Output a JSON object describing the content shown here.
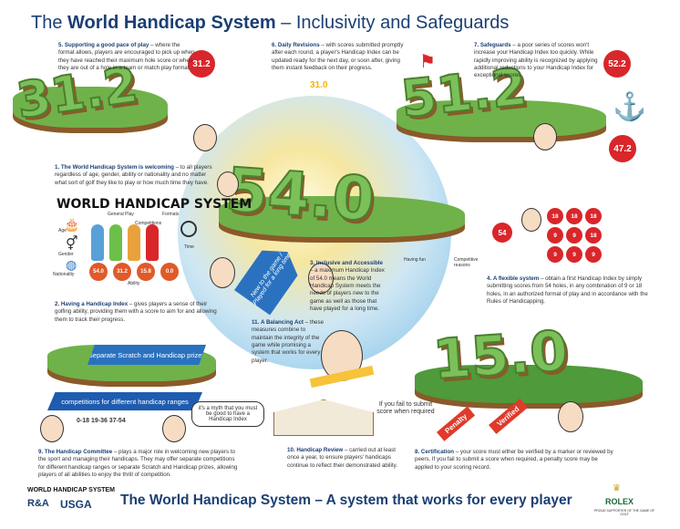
{
  "header": {
    "title_pre": "The ",
    "title_bold": "World Handicap System",
    "title_post": " – Inclusivity and Safeguards"
  },
  "sections": {
    "s5": {
      "num": "5.",
      "head": "Supporting a good pace of play",
      "body": " – where the format allows, players are encouraged to pick up when they have reached their maximum hole score or when they are out of a hole in a team or match play format."
    },
    "s6": {
      "num": "6.",
      "head": "Daily Revisions",
      "body": " – with scores submitted promptly after each round, a player's Handicap Index can be updated ready for the next day, or soon after, giving them instant feedback on their progress."
    },
    "s7": {
      "num": "7.",
      "head": "Safeguards",
      "body": " – a poor series of scores won't increase your Handicap Index too quickly. While rapidly improving ability is recognized by applying additional reductions to your Handicap Index for exceptional scores."
    },
    "s1": {
      "num": "1.",
      "head": "The World Handicap System is welcoming",
      "body": " – to all players regardless of age, gender, ability or nationality and no matter what sort of golf they like to play or how much time they have."
    },
    "s2": {
      "num": "2.",
      "head": "Having a Handicap Index",
      "body": " – gives players a sense of their golfing ability, providing them with a score to aim for and allowing them to track their progress."
    },
    "s3": {
      "num": "3.",
      "head": "Inclusive and Accessible",
      "body": " – a maximum Handicap Index of 54.0 means the World Handicap System meets the needs of players new to the game as well as those that have played for a long time."
    },
    "s4": {
      "num": "4.",
      "head": "A flexible system",
      "body": " – obtain a first Handicap Index by simply submitting scores from 54 holes, in any combination of 9 or 18 holes, in an authorized format of play and in accordance with the Rules of Handicapping."
    },
    "s11": {
      "num": "11.",
      "head": "A Balancing Act",
      "body": " – these measures combine to maintain the integrity of the game while promising a system that works for every player."
    },
    "s9": {
      "num": "9.",
      "head": "The Handicap Committee",
      "body": " – plays a major role in welcoming new players to the sport and managing their handicaps. They may offer separate competitions for different handicap ranges or separate Scratch and Handicap prizes, allowing players of all abilities to enjoy the thrill of competition."
    },
    "s10": {
      "num": "10.",
      "head": "Handicap Review",
      "body": " – carried out at least once a year, to ensure players' handicaps continue to reflect their demonstrated ability."
    },
    "s8": {
      "num": "8.",
      "head": "Certification",
      "body": " – your score must either be verified by a marker or reviewed by peers. If you fail to submit a score when required, a penalty score may be applied to your scoring record."
    }
  },
  "badges": {
    "b31_2": "31.2",
    "b31_0": "31.0",
    "b52_2": "52.2",
    "b47_2": "47.2",
    "b54": "54"
  },
  "bignums": {
    "left": "31.2",
    "right": "51.2",
    "center": "54.0",
    "bottom": "15.0"
  },
  "whs_diagram": {
    "logo": "WORLD HANDICAP SYSTEM",
    "labels": {
      "general_play": "General Play",
      "formats": "Formats",
      "competitions": "Competitions",
      "age": "Age",
      "gender": "Gender",
      "nationality": "Nationality",
      "time": "Time",
      "ability": "Ability"
    },
    "scores": [
      "54.0",
      "31.2",
      "15.8",
      "0.0"
    ]
  },
  "hcp_grid": [
    "18",
    "18",
    "18",
    "9",
    "9",
    "18",
    "9",
    "9",
    "9"
  ],
  "arrow_text": "New to the game / Played for a long time",
  "labels": {
    "hasing_fun": "Having fun",
    "competitive_reasons": "Competitive reasons",
    "scratch_prizes": "Separate Scratch and Handicap prizes",
    "competitions_ranges": "competitions for different handicap ranges",
    "ranges": "0-18  19-36  37-54",
    "myth": "it's a myth that you must be good to have a Handicap Index",
    "fail_submit": "If you fail to submit score when required",
    "penalty": "Penalty",
    "verified": "Verified"
  },
  "footer": {
    "tagline": "The World Handicap System – A system that works for every player",
    "whs": "WORLD HANDICAP SYSTEM",
    "ra": "R&A",
    "usga": "USGA",
    "rolex": "ROLEX",
    "rolex_sub": "PROUD SUPPORTER OF THE GAME OF GOLF"
  }
}
